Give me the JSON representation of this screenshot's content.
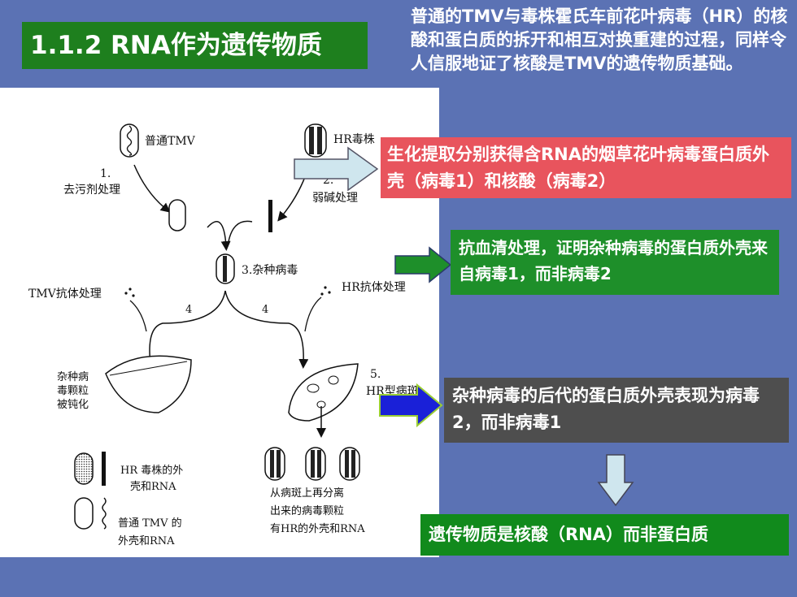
{
  "slide": {
    "title": "1.1.2 RNA作为遗传物质",
    "intro": "普通的TMV与毒株霍氏车前花叶病毒（HR）的核酸和蛋白质的拆开和相互对换重建的过程，同样令人信服地证了核酸是TMV的遗传物质基础。"
  },
  "figure": {
    "virus_tmv": "普通TMV",
    "virus_hr": "HR毒株",
    "step1_num": "1.",
    "step1_label": "去污剂处理",
    "step2_num": "2.",
    "step2_label": "弱碱处理",
    "step3_label": "3.杂种病毒",
    "antibody_tmv": "TMV抗体处理",
    "antibody_hr": "HR抗体处理",
    "num4_left": "4",
    "num4_right": "4",
    "left_leaf_l1": "杂种病",
    "left_leaf_l2": "毒颗粒",
    "left_leaf_l3": "被钝化",
    "step5_num": "5.",
    "step5_label": "HR型病斑",
    "legend_hr_l1": "HR 毒株的外",
    "legend_hr_l2": "壳和RNA",
    "legend_tmv_l1": "普通 TMV 的",
    "legend_tmv_l2": "外壳和RNA",
    "isolate_l1": "从病斑上再分离",
    "isolate_l2": "出来的病毒颗粒",
    "isolate_l3": "有HR的外壳和RNA"
  },
  "callouts": {
    "c1": "生化提取分别获得含RNA的烟草花叶病毒蛋白质外壳（病毒1）和核酸（病毒2）",
    "c2": "抗血清处理，证明杂种病毒的蛋白质外壳来自病毒1，而非病毒2",
    "c3": "杂种病毒的后代的蛋白质外壳表现为病毒2，而非病毒1",
    "c4": "遗传物质是核酸（RNA）而非蛋白质"
  },
  "colors": {
    "background": "#5b72b4",
    "title_box": "#1e7f1e",
    "callout1": "#e8545d",
    "callout2": "#1e8f2a",
    "callout3": "#4e4e4e",
    "callout4": "#118a1c",
    "arrow_light": "#cfe6ee",
    "arrow_green": "#1e8f2a",
    "arrow_blue": "#1a20d8"
  },
  "icons": [
    "right-arrow-icon",
    "down-arrow-icon",
    "virus-particle-icon",
    "leaf-icon"
  ]
}
